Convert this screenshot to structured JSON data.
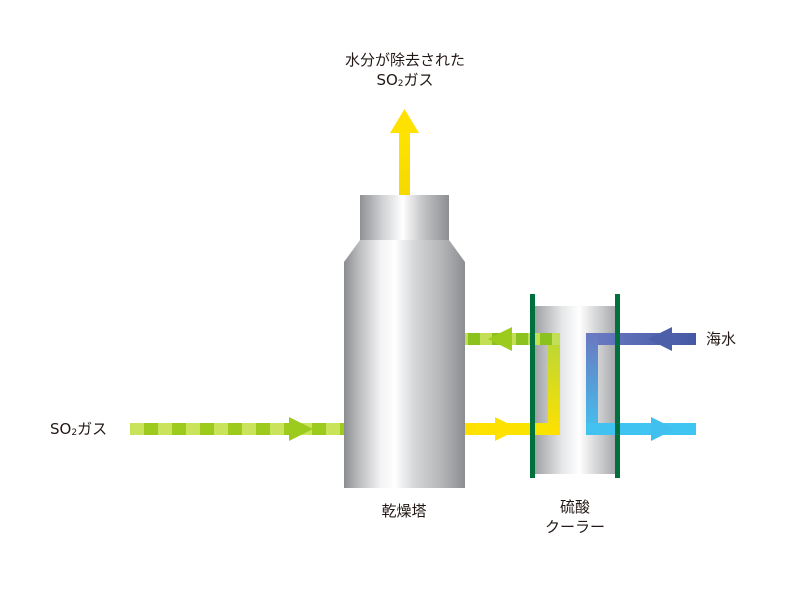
{
  "labels": {
    "output_top_line1": "水分が除去された",
    "output_top_so": "SO",
    "output_top_sub": "2",
    "output_top_gas": "ガス",
    "input_so": "SO",
    "input_sub": "2",
    "input_gas": "ガス",
    "seawater": "海水",
    "drying_tower": "乾燥塔",
    "cooler_line1": "硫酸",
    "cooler_line2": "クーラー"
  },
  "colors": {
    "gas_inlet": "#9ccb1e",
    "gas_outlet": "#ffe100",
    "acid_hot": "#9ccb1e",
    "acid_cold": "#ffe100",
    "seawater_in": "#4c5fa8",
    "seawater_out": "#3fc0ee",
    "cooler_plate": "#00703c",
    "tower_gray": "#a7a9ac"
  }
}
